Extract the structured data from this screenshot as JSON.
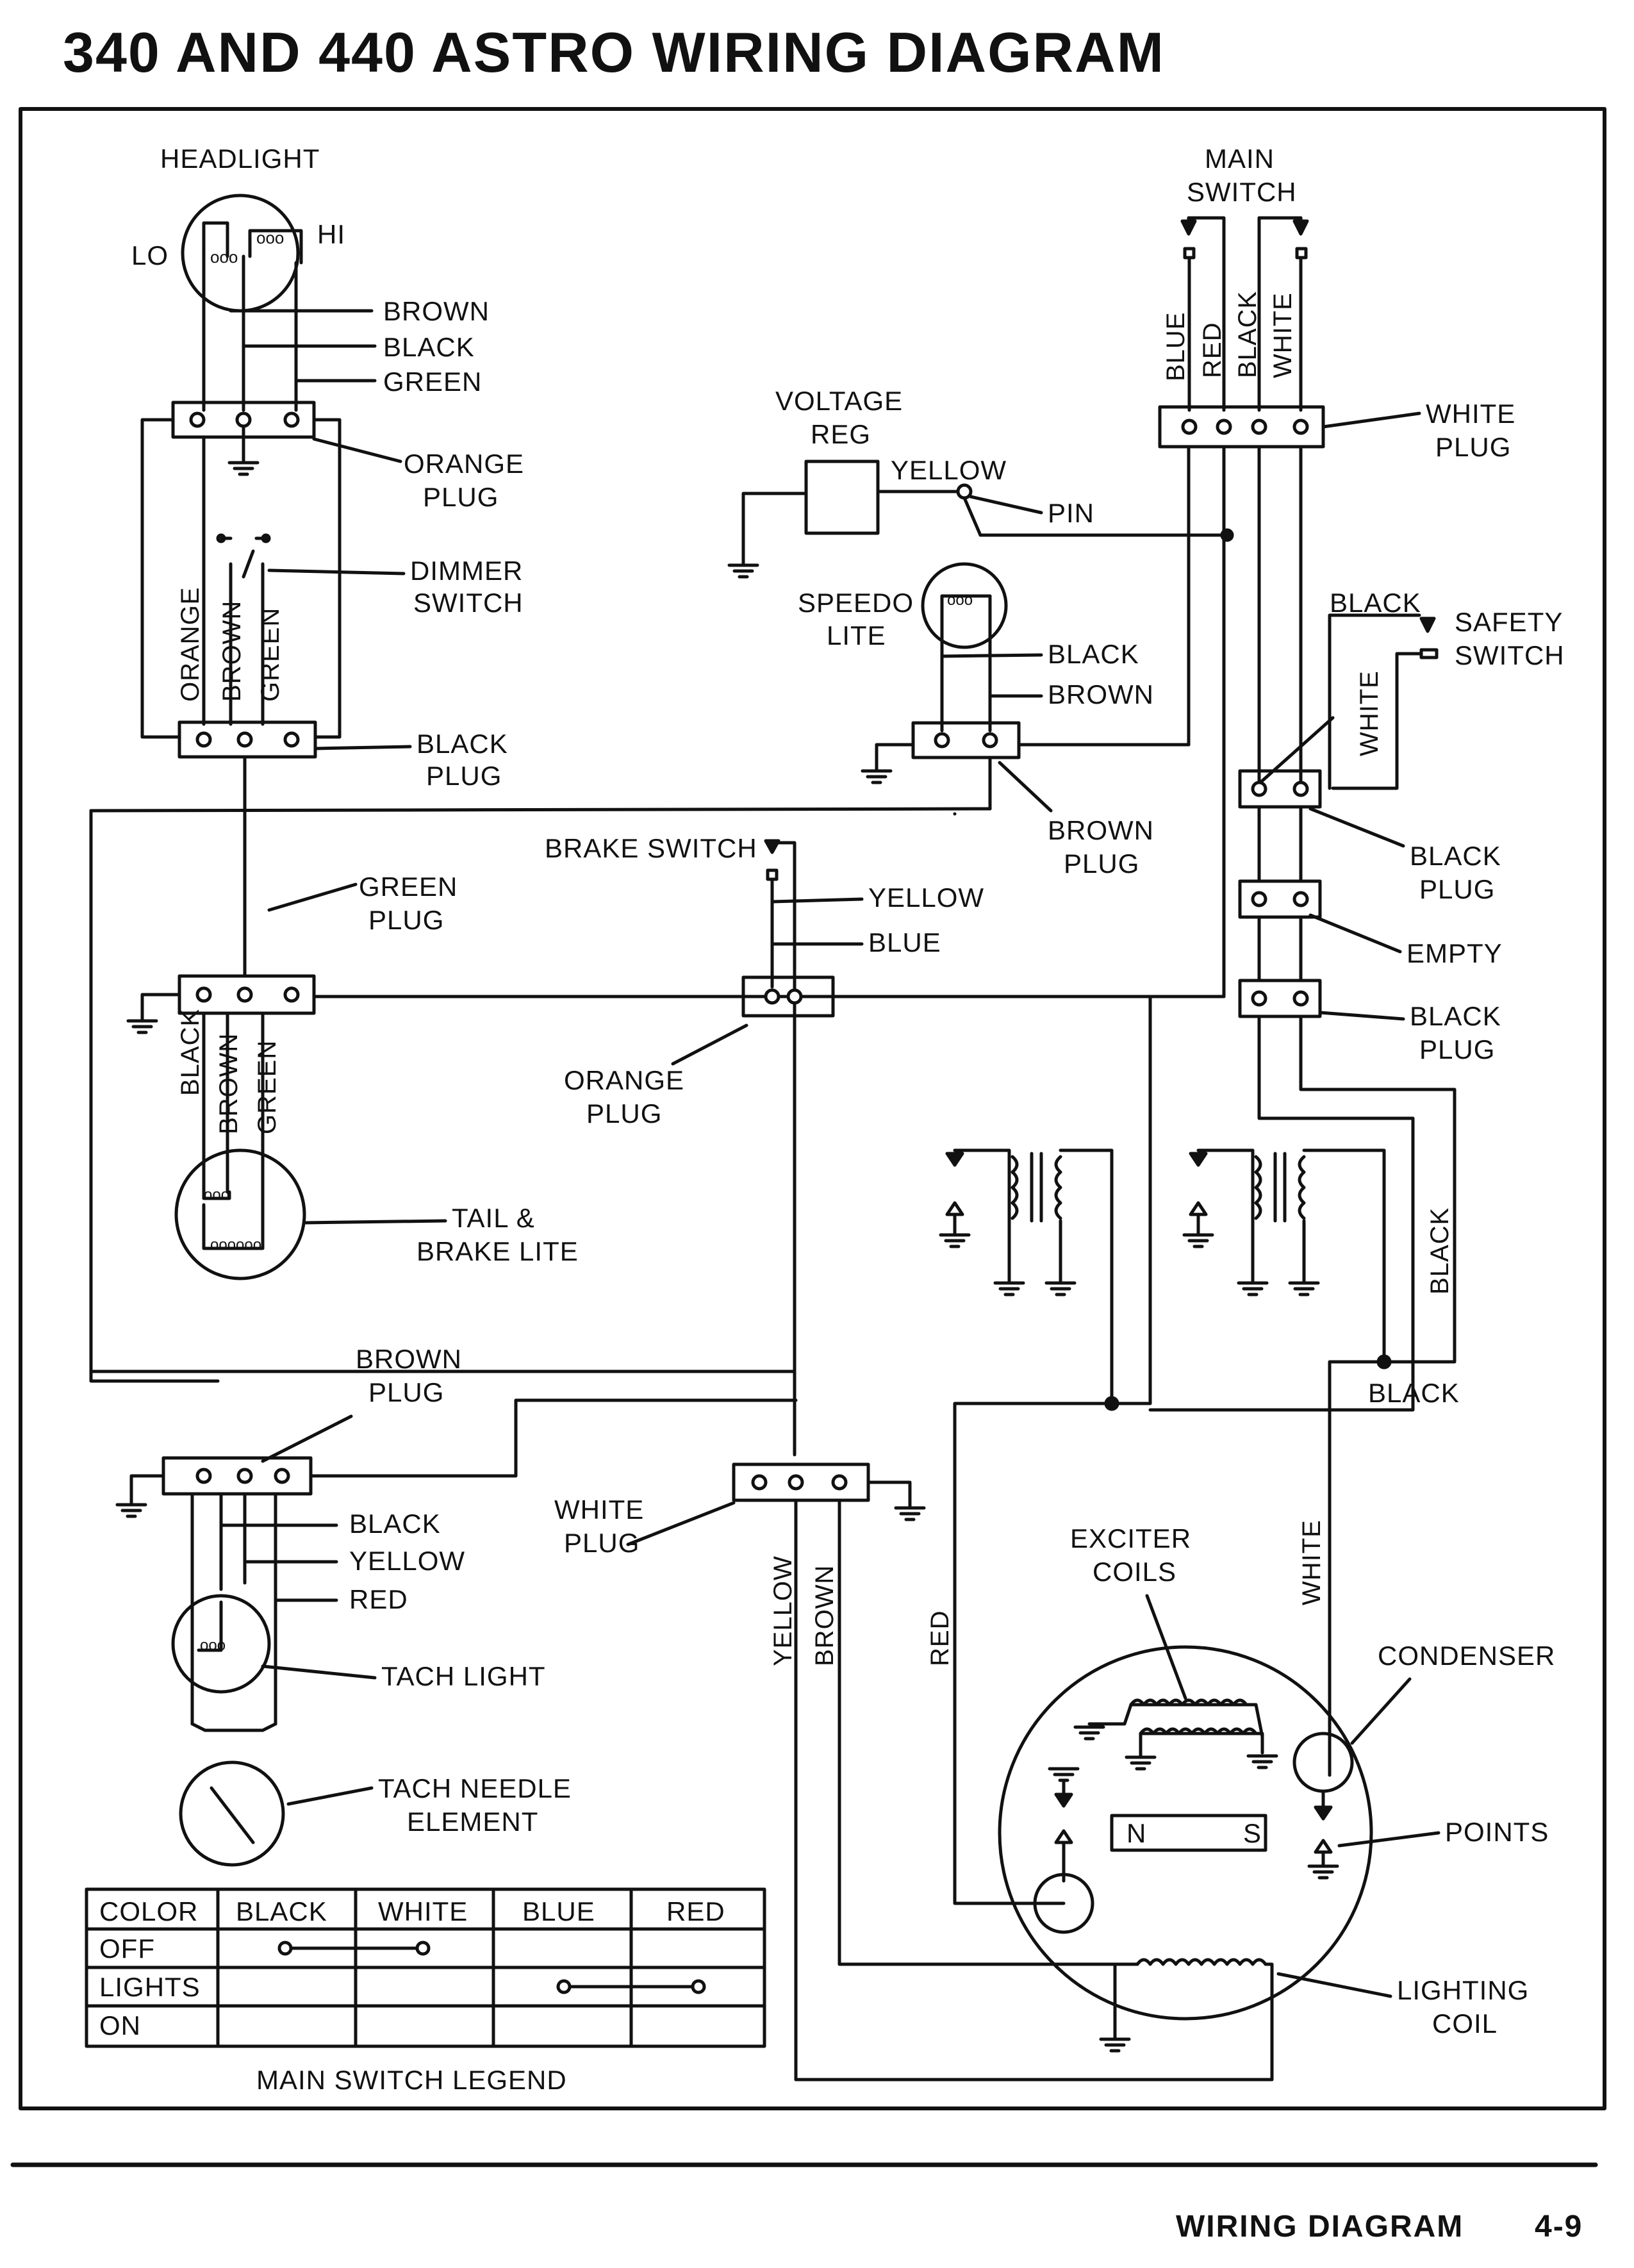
{
  "title": "340 AND 440 ASTRO WIRING DIAGRAM",
  "footer": {
    "section": "WIRING DIAGRAM",
    "page": "4-9"
  },
  "labels": {
    "headlight": "HEADLIGHT",
    "lo": "LO",
    "hi": "HI",
    "brown": "BROWN",
    "black": "BLACK",
    "green": "GREEN",
    "orange": "ORANGE",
    "plug": "PLUG",
    "dimmer": "DIMMER",
    "switch": "SWITCH",
    "voltage": "VOLTAGE",
    "reg": "REG",
    "yellow": "YELLOW",
    "pin": "PIN",
    "speedo": "SPEEDO",
    "lite": "LITE",
    "main": "MAIN",
    "blue": "BLUE",
    "red": "RED",
    "white": "WHITE",
    "safety": "SAFETY",
    "empty": "EMPTY",
    "brake_switch": "BRAKE SWITCH",
    "tail": "TAIL &",
    "brake_lite": "BRAKE LITE",
    "tach_light": "TACH  LIGHT",
    "tach_needle": "TACH NEEDLE",
    "element": "ELEMENT",
    "exciter": "EXCITER",
    "coils": "COILS",
    "condenser": "CONDENSER",
    "points": "POINTS",
    "lighting": "LIGHTING",
    "coil": "COIL",
    "n": "N",
    "s": "S"
  },
  "legend": {
    "caption": "MAIN SWITCH LEGEND",
    "headers": [
      "COLOR",
      "BLACK",
      "WHITE",
      "BLUE",
      "RED"
    ],
    "rows": [
      "OFF",
      "LIGHTS",
      "ON"
    ]
  }
}
